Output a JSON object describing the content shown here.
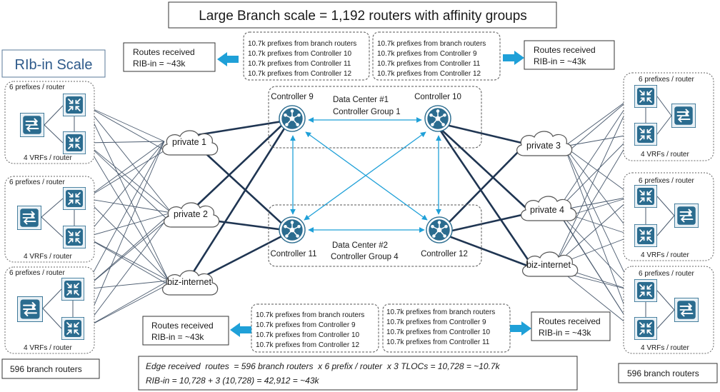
{
  "title": "Large Branch scale = 1,192 routers with affinity groups",
  "rib_label": "RIb-in Scale",
  "colors": {
    "router_fill": "#2b6c8f",
    "router_light": "#e9f1f6",
    "arrow": "#1fa0d8",
    "thin_line": "#4a5a6e",
    "thick_line": "#1f3552"
  },
  "icons": {
    "router": "router-icon",
    "switch": "switch-icon",
    "controller": "controller-icon",
    "cloud": "cloud-icon",
    "arrow": "arrow-icon"
  },
  "branch": {
    "prefixes": "6 prefixes / router",
    "vrfs": "4 VRFs / router"
  },
  "clouds": [
    "private 1",
    "private 2",
    "biz-internet",
    "private 3",
    "private 4",
    "biz-internet"
  ],
  "controllers": [
    "Controller 9",
    "Controller 10",
    "Controller 11",
    "Controller 12"
  ],
  "datacenters": {
    "dc1": [
      "Data Center #1",
      "Controller Group 1"
    ],
    "dc2": [
      "Data Center #2",
      "Controller Group 4"
    ]
  },
  "prefix_boxes": {
    "top_left": [
      "10.7k prefixes from branch routers",
      "10.7k prefixes from Controller 10",
      "10.7k prefixes from Controller 11",
      "10.7k prefixes from Controller 12"
    ],
    "top_right": [
      "10.7k prefixes from branch routers",
      "10.7k prefixes from Controller 9",
      "10.7k prefixes from Controller 11",
      "10.7k prefixes from Controller 12"
    ],
    "bottom_left": [
      "10.7k prefixes from branch routers",
      "10.7k prefixes from Controller 9",
      "10.7k prefixes from Controller 10",
      "10.7k prefixes from Controller 12"
    ],
    "bottom_right": [
      "10.7k prefixes from branch routers",
      "10.7k prefixes from Controller 9",
      "10.7k prefixes from Controller 10",
      "10.7k prefixes from Controller 11"
    ]
  },
  "routes_received": [
    "Routes received",
    "RIB-in = ~43k"
  ],
  "branch_count": "596 branch routers",
  "formula": [
    "Edge received  routes  = 596 branch routers  x 6 prefix / router  x 3 TLOCs = 10,728 = ~10.7k",
    "RIB-in = 10,728 + 3 (10,728) = 42,912 = ~43k"
  ]
}
